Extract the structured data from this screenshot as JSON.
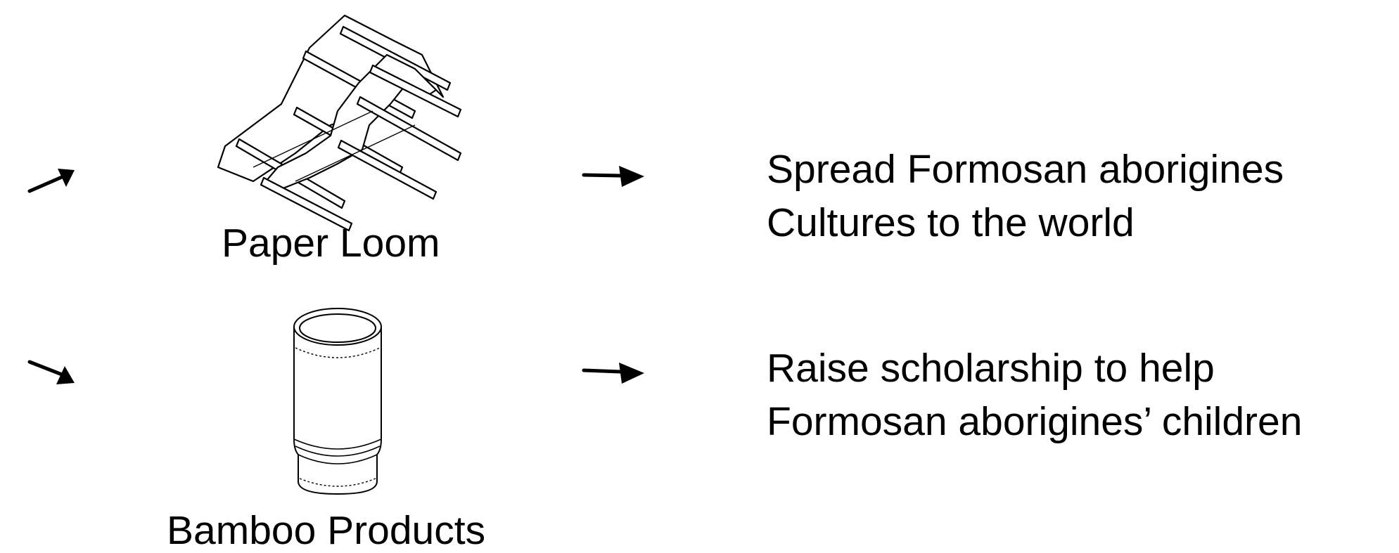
{
  "products": [
    {
      "label": "Paper Loom",
      "icon": "paper-loom-illustration"
    },
    {
      "label": "Bamboo Products",
      "icon": "bamboo-cylinder-illustration"
    }
  ],
  "goals": [
    {
      "lines": [
        "Spread Formosan aborigines",
        "Cultures to the world"
      ]
    },
    {
      "lines": [
        "Raise scholarship to help",
        "Formosan aborigines’ children"
      ]
    }
  ],
  "colors": {
    "ink": "#000000",
    "background": "#ffffff"
  }
}
